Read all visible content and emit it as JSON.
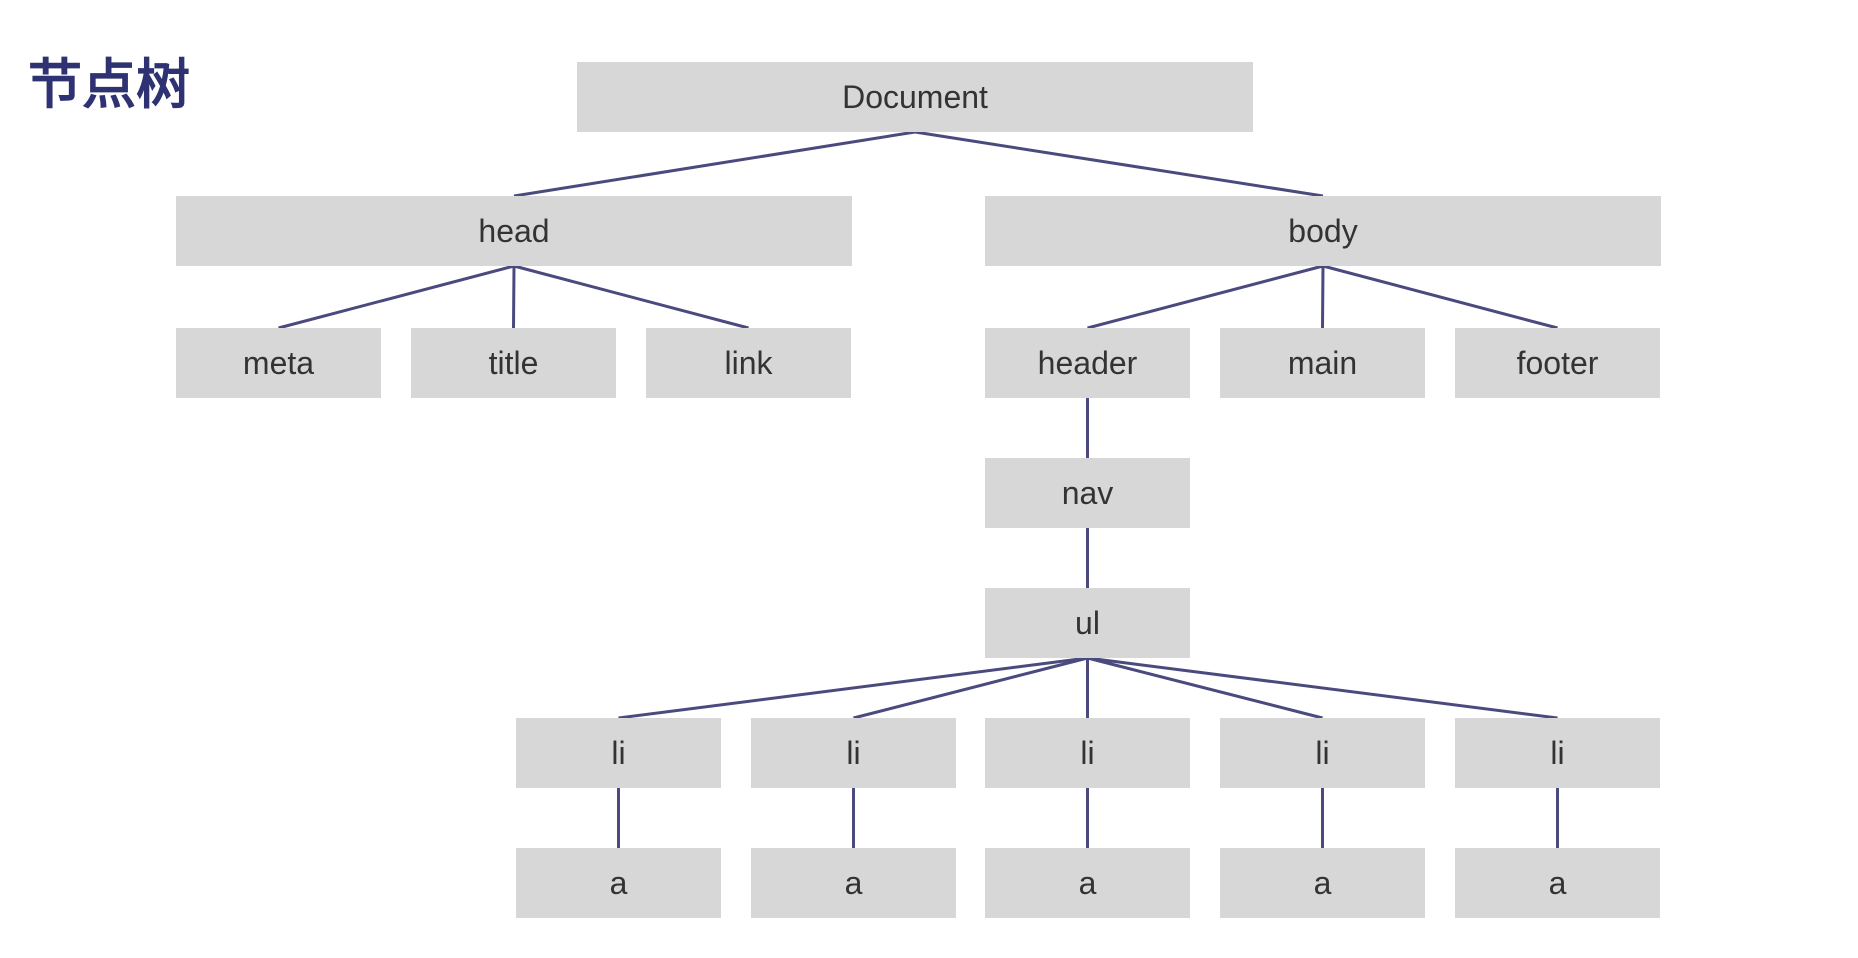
{
  "title": "节点树",
  "colors": {
    "title": "#2f3272",
    "node_fill": "#d7d7d7",
    "node_text": "#333333",
    "edge": "#4a4a7e"
  },
  "tree": {
    "nodes": [
      {
        "id": "document",
        "label": "Document"
      },
      {
        "id": "head",
        "label": "head"
      },
      {
        "id": "body",
        "label": "body"
      },
      {
        "id": "meta",
        "label": "meta"
      },
      {
        "id": "title",
        "label": "title"
      },
      {
        "id": "link",
        "label": "link"
      },
      {
        "id": "header",
        "label": "header"
      },
      {
        "id": "main",
        "label": "main"
      },
      {
        "id": "footer",
        "label": "footer"
      },
      {
        "id": "nav",
        "label": "nav"
      },
      {
        "id": "ul",
        "label": "ul"
      },
      {
        "id": "li-1",
        "label": "li"
      },
      {
        "id": "li-2",
        "label": "li"
      },
      {
        "id": "li-3",
        "label": "li"
      },
      {
        "id": "li-4",
        "label": "li"
      },
      {
        "id": "li-5",
        "label": "li"
      },
      {
        "id": "a-1",
        "label": "a"
      },
      {
        "id": "a-2",
        "label": "a"
      },
      {
        "id": "a-3",
        "label": "a"
      },
      {
        "id": "a-4",
        "label": "a"
      },
      {
        "id": "a-5",
        "label": "a"
      }
    ],
    "edges": [
      [
        "document",
        "head"
      ],
      [
        "document",
        "body"
      ],
      [
        "head",
        "meta"
      ],
      [
        "head",
        "title"
      ],
      [
        "head",
        "link"
      ],
      [
        "body",
        "header"
      ],
      [
        "body",
        "main"
      ],
      [
        "body",
        "footer"
      ],
      [
        "header",
        "nav"
      ],
      [
        "nav",
        "ul"
      ],
      [
        "ul",
        "li-1"
      ],
      [
        "ul",
        "li-2"
      ],
      [
        "ul",
        "li-3"
      ],
      [
        "ul",
        "li-4"
      ],
      [
        "ul",
        "li-5"
      ],
      [
        "li-1",
        "a-1"
      ],
      [
        "li-2",
        "a-2"
      ],
      [
        "li-3",
        "a-3"
      ],
      [
        "li-4",
        "a-4"
      ],
      [
        "li-5",
        "a-5"
      ]
    ]
  }
}
